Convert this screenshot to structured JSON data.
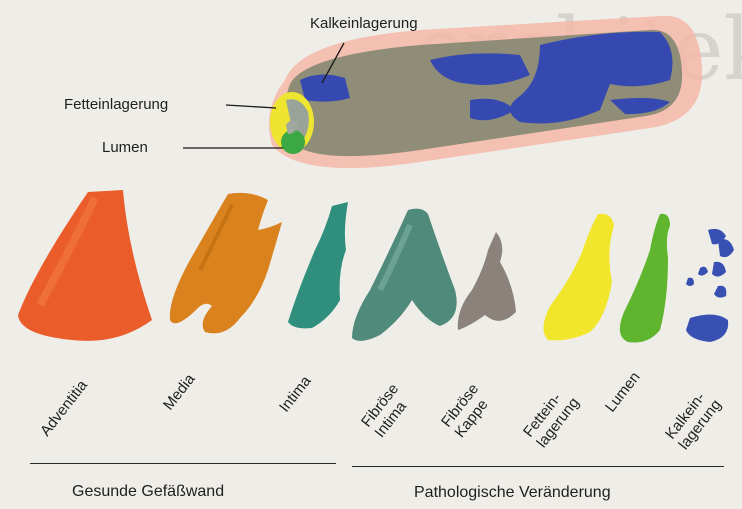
{
  "vessel_labels": {
    "calcification": "Kalkeinlagerung",
    "fat": "Fetteinlagerung",
    "lumen": "Lumen"
  },
  "components": [
    {
      "id": "adventitia",
      "label": "Adventitia",
      "color": "#ea5d2a"
    },
    {
      "id": "media",
      "label": "Media",
      "color": "#d9821e"
    },
    {
      "id": "intima",
      "label": "Intima",
      "color": "#2f8f7c"
    },
    {
      "id": "fibroese-intima",
      "label": "Fibröse\nIntima",
      "color": "#4f8a7a"
    },
    {
      "id": "fibroese-kappe",
      "label": "Fibröse\nKappe",
      "color": "#8c827c"
    },
    {
      "id": "fetteinlagerung",
      "label": "Fettein-\nlagerung",
      "color": "#f2e62c"
    },
    {
      "id": "lumen",
      "label": "Lumen",
      "color": "#5fb52d"
    },
    {
      "id": "kalkeinlagerung",
      "label": "Kalkein-\nlagerung",
      "color": "#3950b3"
    }
  ],
  "groups": {
    "healthy": "Gesunde Gefäßwand",
    "pathological": "Pathologische Veränderung"
  }
}
